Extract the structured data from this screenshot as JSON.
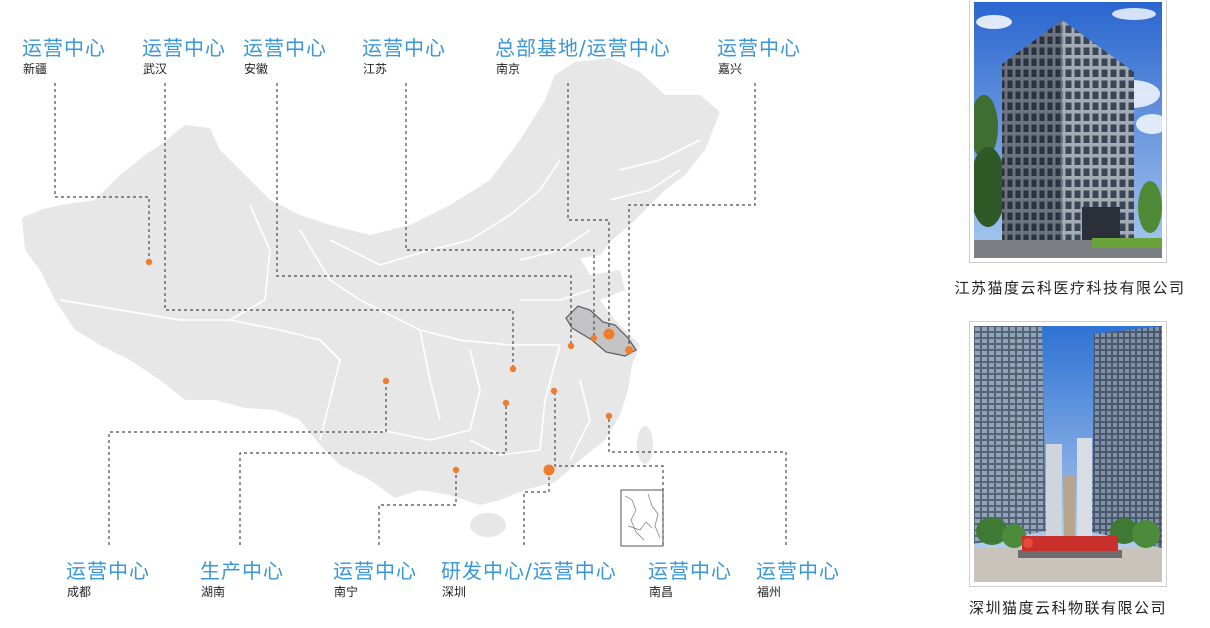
{
  "labels": {
    "top": [
      {
        "title": "运营中心",
        "city": "新疆"
      },
      {
        "title": "运营中心",
        "city": "武汉"
      },
      {
        "title": "运营中心",
        "city": "安徽"
      },
      {
        "title": "运营中心",
        "city": "江苏"
      },
      {
        "title": "总部基地/运营中心",
        "city": "南京"
      },
      {
        "title": "运营中心",
        "city": "嘉兴"
      }
    ],
    "bottom": [
      {
        "title": "运营中心",
        "city": "成都"
      },
      {
        "title": "生产中心",
        "city": "湖南"
      },
      {
        "title": "运营中心",
        "city": "南宁"
      },
      {
        "title": "研发中心/运营中心",
        "city": "深圳"
      },
      {
        "title": "运营中心",
        "city": "南昌"
      },
      {
        "title": "运营中心",
        "city": "福州"
      }
    ]
  },
  "companies": [
    {
      "caption": "江苏猫度云科医疗科技有限公司"
    },
    {
      "caption": "深圳猫度云科物联有限公司"
    }
  ],
  "colors": {
    "label": "#3a96da",
    "dot": "#f07d2e",
    "connector": "#4a4a4a",
    "map": "#e7e7e8",
    "highlight": "#c4c4c6"
  }
}
